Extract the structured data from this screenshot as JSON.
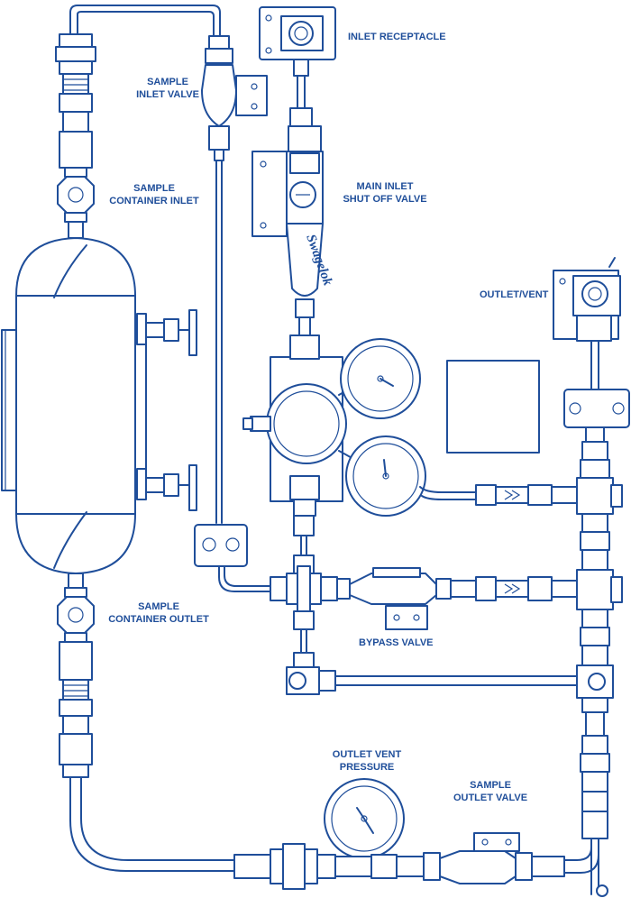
{
  "labels": {
    "inlet_receptacle": "INLET RECEPTACLE",
    "sample_inlet_valve_1": "SAMPLE",
    "sample_inlet_valve_2": "INLET VALVE",
    "sample_container_inlet_1": "SAMPLE",
    "sample_container_inlet_2": "CONTAINER INLET",
    "main_inlet_1": "MAIN INLET",
    "main_inlet_2": "SHUT OFF VALVE",
    "outlet_vent": "OUTLET/VENT",
    "sample_container_outlet_1": "SAMPLE",
    "sample_container_outlet_2": "CONTAINER OUTLET",
    "bypass_valve": "BYPASS VALVE",
    "outlet_vent_pressure_1": "OUTLET VENT",
    "outlet_vent_pressure_2": "PRESSURE",
    "sample_outlet_valve_1": "SAMPLE",
    "sample_outlet_valve_2": "OUTLET VALVE"
  },
  "brand_text": "Swagelok",
  "colors": {
    "line": "#1f4e9a",
    "background": "#ffffff"
  }
}
